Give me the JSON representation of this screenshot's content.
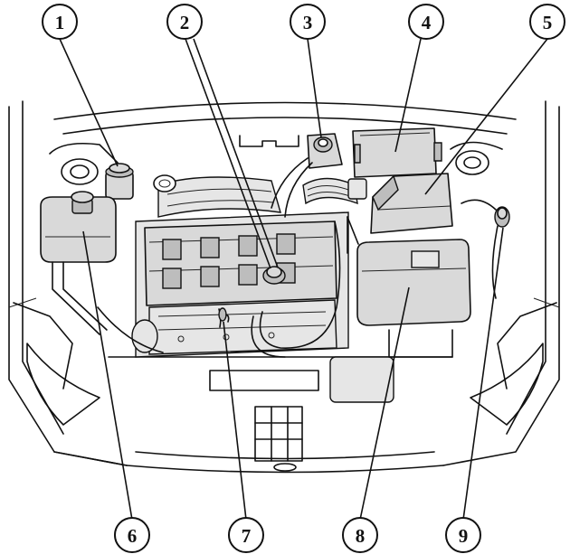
{
  "callouts": [
    {
      "label": "1"
    },
    {
      "label": "2"
    },
    {
      "label": "3"
    },
    {
      "label": "4"
    },
    {
      "label": "5"
    },
    {
      "label": "6"
    },
    {
      "label": "7"
    },
    {
      "label": "8"
    },
    {
      "label": "9"
    }
  ],
  "colors": {
    "line": "#111111",
    "component_fill": "#d9d9d9",
    "background": "#ffffff"
  }
}
